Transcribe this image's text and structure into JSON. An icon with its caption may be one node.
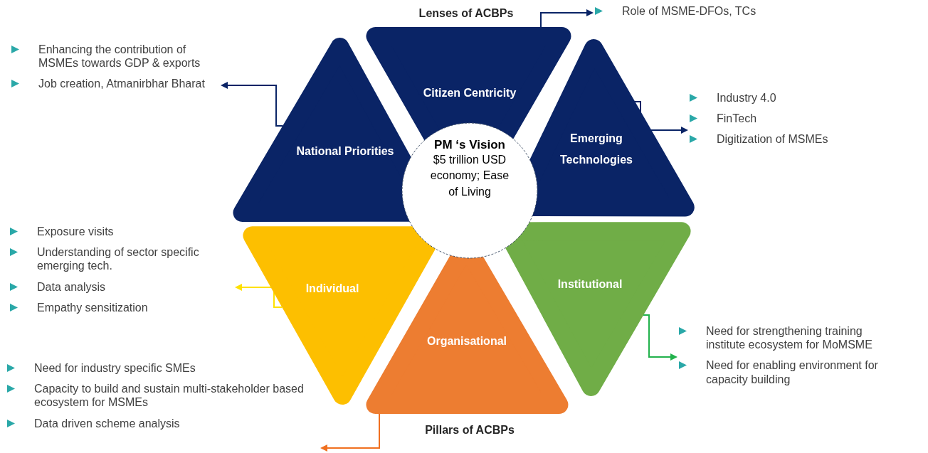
{
  "diagram": {
    "nodes": [
      {
        "text": [
          "Citizen Centricity"
        ]
      },
      {
        "text": [
          "National Priorities"
        ]
      },
      {
        "text": [
          "Emerging Technologies"
        ]
      },
      {
        "text": [
          "Individual"
        ]
      },
      {
        "text": [
          "Organisational"
        ]
      },
      {
        "text": [
          "Institutional"
        ]
      },
      {
        "text": [
          "PM ‘s Vision",
          "$5 trillion USD economy; Ease of Living"
        ]
      },
      {
        "text": [
          "Role of MSME-DFOs, TCs"
        ]
      },
      {
        "text": [
          "Enhancing the contribution of MSMEs towards GDP & exports",
          "Job creation, Atmanirbhar Bharat"
        ]
      },
      {
        "text": [
          "Industry 4.0",
          "FinTech",
          "Digitization of MSMEs"
        ]
      },
      {
        "text": [
          "Exposure visits",
          "Understanding of sector specific emerging tech.",
          "Data analysis",
          "Empathy sensitization"
        ]
      },
      {
        "text": [
          "Need for strengthening training institute ecosystem for MoMSME",
          "Need for enabling environment for capacity building"
        ]
      },
      {
        "text": [
          "Need for industry specific SMEs",
          "Capacity to build and sustain multi-stakeholder based ecosystem for MSMEs",
          "Data driven scheme analysis"
        ]
      }
    ],
    "edges": [
      {
        "from": 0,
        "to": 7,
        "arrow": "to",
        "color": "#0a2466"
      },
      {
        "from": 1,
        "to": 8,
        "arrow": "to",
        "color": "#0a2466"
      },
      {
        "from": 2,
        "to": 9,
        "arrow": "to",
        "color": "#0a2466"
      },
      {
        "from": 3,
        "to": 10,
        "arrow": "to",
        "color": "#ffe100"
      },
      {
        "from": 4,
        "to": 12,
        "arrow": "to",
        "color": "#f07020"
      },
      {
        "from": 5,
        "to": 11,
        "arrow": "to",
        "color": "#22b24c"
      }
    ],
    "labels": [
      "Lenses of ACBPs",
      "Pillars of ACBPs"
    ]
  }
}
